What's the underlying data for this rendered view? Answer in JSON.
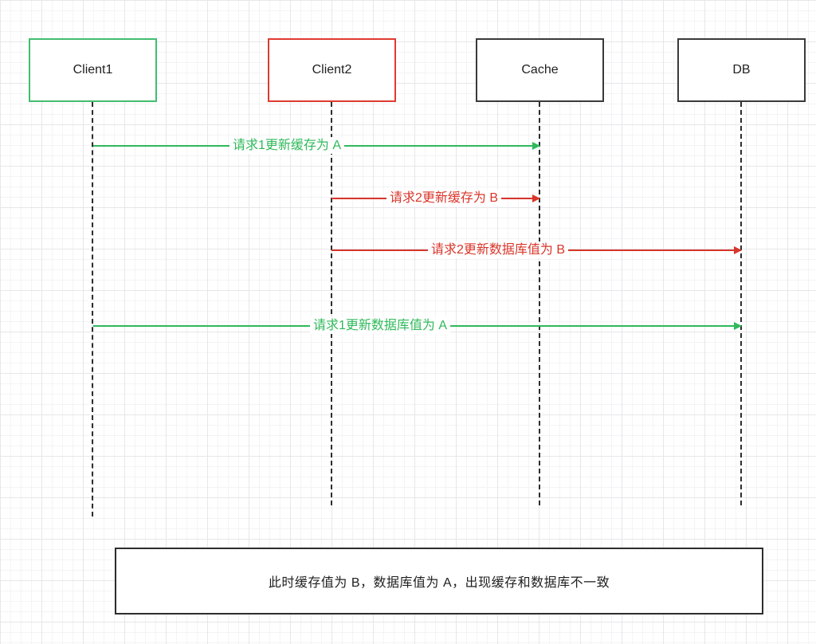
{
  "diagram": {
    "title": "cache-db-inconsistency-sequence",
    "colors": {
      "green": "#2fb95a",
      "green_border": "#42bd6f",
      "red": "#d9352a",
      "red_border": "#df3b30",
      "black": "#2e2e2e"
    },
    "actors": [
      {
        "label": "Client1",
        "border_color": "#42bd6f"
      },
      {
        "label": "Client2",
        "border_color": "#df3b30"
      },
      {
        "label": "Cache",
        "border_color": "#3a3a3a"
      },
      {
        "label": "DB",
        "border_color": "#3a3a3a"
      }
    ],
    "messages": [
      {
        "text": "请求1更新缓存为 A",
        "from": "Client1",
        "to": "Cache",
        "color": "#2fb95a"
      },
      {
        "text": "请求2更新缓存为 B",
        "from": "Client2",
        "to": "Cache",
        "color": "#d9352a"
      },
      {
        "text": "请求2更新数据库值为 B",
        "from": "Client2",
        "to": "DB",
        "color": "#d9352a"
      },
      {
        "text": "请求1更新数据库值为 A",
        "from": "Client1",
        "to": "DB",
        "color": "#2fb95a"
      }
    ],
    "note": {
      "text": "此时缓存值为 B，数据库值为 A，出现缓存和数据库不一致"
    }
  }
}
